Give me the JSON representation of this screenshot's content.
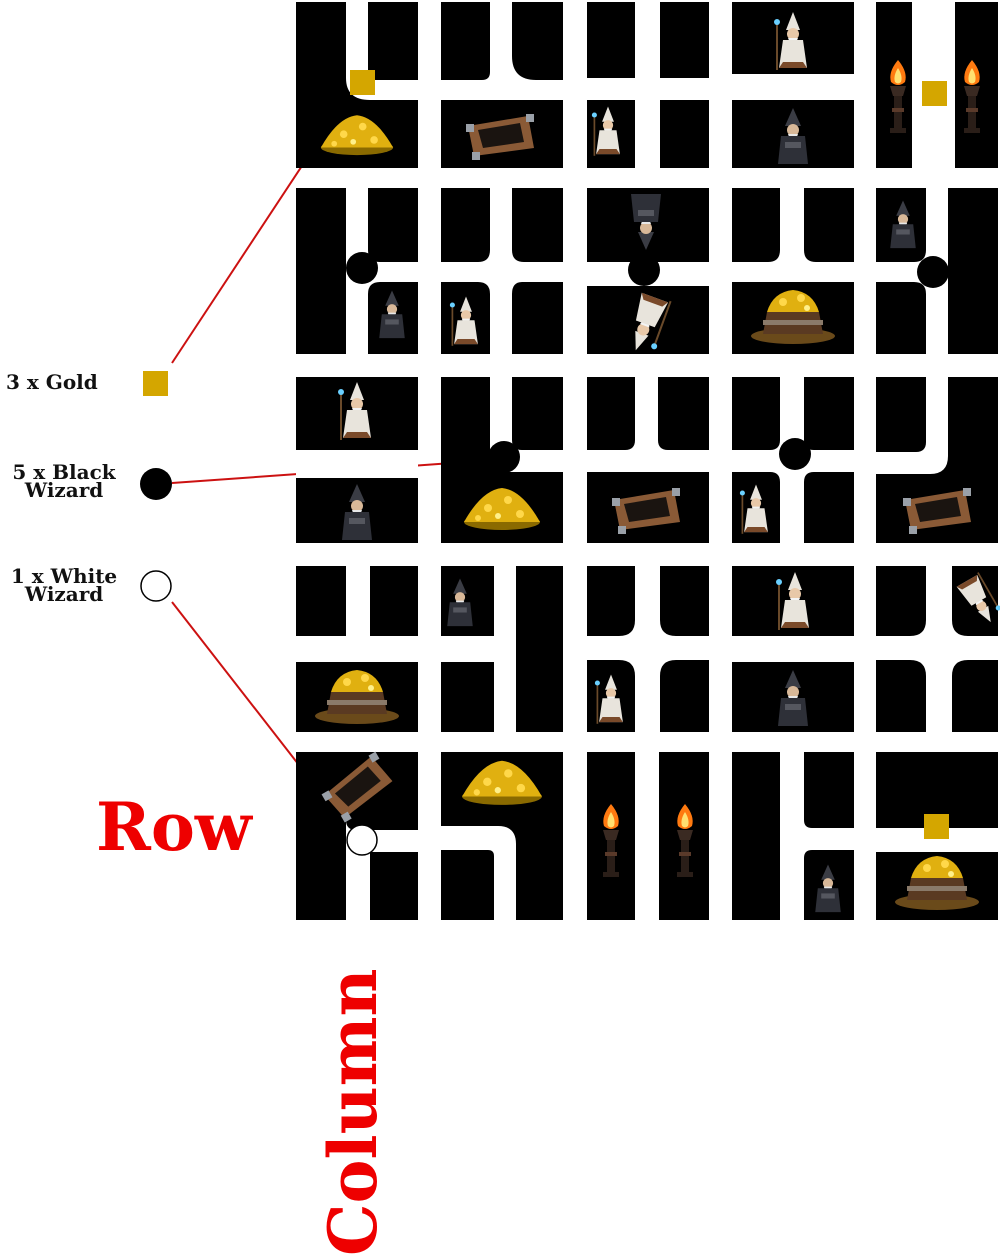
{
  "legend": {
    "gold": {
      "label": "3 x Gold",
      "color": "#d4a600"
    },
    "black_wizard": {
      "line1": "5 x Black",
      "line2": "Wizard",
      "color": "#000000"
    },
    "white_wizard": {
      "line1": "1 x White",
      "line2": "Wizard",
      "color": "#ffffff"
    }
  },
  "axes": {
    "row_label": "Row",
    "column_label": "Column",
    "color": "#ee0000"
  },
  "board": {
    "rows": 5,
    "columns": 5,
    "tile_color": "#000000",
    "path_color": "#ffffff",
    "tiles": [
      [
        {
          "items": [
            "gold-marker",
            "gold-pile"
          ]
        },
        {
          "items": [
            "trapdoor"
          ]
        },
        {
          "items": [
            "white-wizard-figure-small"
          ]
        },
        {
          "items": [
            "white-wizard-figure",
            "black-wizard-figure"
          ]
        },
        {
          "items": [
            "torch",
            "gold-marker",
            "torch"
          ]
        }
      ],
      [
        {
          "items": [
            "black-wizard-marker",
            "black-wizard-figure-small"
          ]
        },
        {
          "items": [
            "white-wizard-figure-small"
          ]
        },
        {
          "items": [
            "black-wizard-figure-flipped",
            "black-wizard-marker",
            "white-wizard-figure-flipped"
          ]
        },
        {
          "items": [
            "treasure-chest"
          ]
        },
        {
          "items": [
            "black-wizard-figure-small",
            "black-wizard-marker"
          ]
        }
      ],
      [
        {
          "items": [
            "white-wizard-figure",
            "black-wizard-figure"
          ]
        },
        {
          "items": [
            "black-wizard-marker",
            "gold-pile"
          ]
        },
        {
          "items": [
            "trapdoor"
          ]
        },
        {
          "items": [
            "black-wizard-marker",
            "white-wizard-figure-small"
          ]
        },
        {
          "items": [
            "trapdoor"
          ]
        }
      ],
      [
        {
          "items": [
            "treasure-chest"
          ]
        },
        {
          "items": [
            "black-wizard-figure-small"
          ]
        },
        {
          "items": [
            "white-wizard-figure-small"
          ]
        },
        {
          "items": [
            "white-wizard-figure",
            "black-wizard-figure"
          ]
        },
        {
          "items": [
            "white-wizard-figure-flipped"
          ]
        }
      ],
      [
        {
          "items": [
            "trapdoor",
            "white-wizard-marker"
          ]
        },
        {
          "items": [
            "gold-pile"
          ]
        },
        {
          "items": [
            "torch",
            "torch"
          ]
        },
        {
          "items": [
            "black-wizard-figure-small"
          ]
        },
        {
          "items": [
            "gold-marker",
            "treasure-chest"
          ]
        }
      ]
    ]
  }
}
